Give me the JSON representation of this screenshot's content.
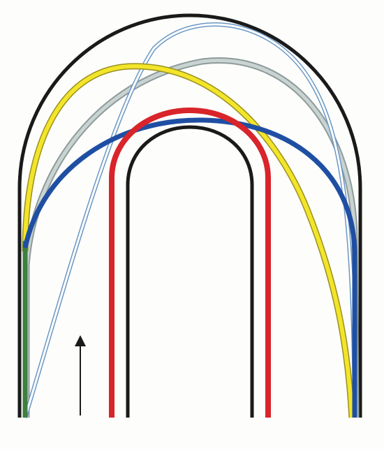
{
  "figure": {
    "background": "#fdfdfb",
    "elements": [
      {
        "id": "outer-arch",
        "kind": "arch",
        "color": "#1a1a1a"
      },
      {
        "id": "inner-arch",
        "kind": "arch",
        "color": "#1a1a1a"
      },
      {
        "id": "red-arch",
        "kind": "arch",
        "color": "#d8242a"
      },
      {
        "id": "blue-curve",
        "kind": "curve",
        "color": "#1f4fa3"
      },
      {
        "id": "green-segment",
        "kind": "curve",
        "color": "#3f7f3f"
      },
      {
        "id": "yellow-curve",
        "kind": "curve",
        "color": "#f2e52a"
      },
      {
        "id": "gray-curve",
        "kind": "curve",
        "color": "#a9b6b6"
      },
      {
        "id": "light-blue-curve",
        "kind": "curve",
        "color": "#6a97c4"
      }
    ],
    "arrow": {
      "direction": "up",
      "color": "#1a1a1a"
    }
  }
}
